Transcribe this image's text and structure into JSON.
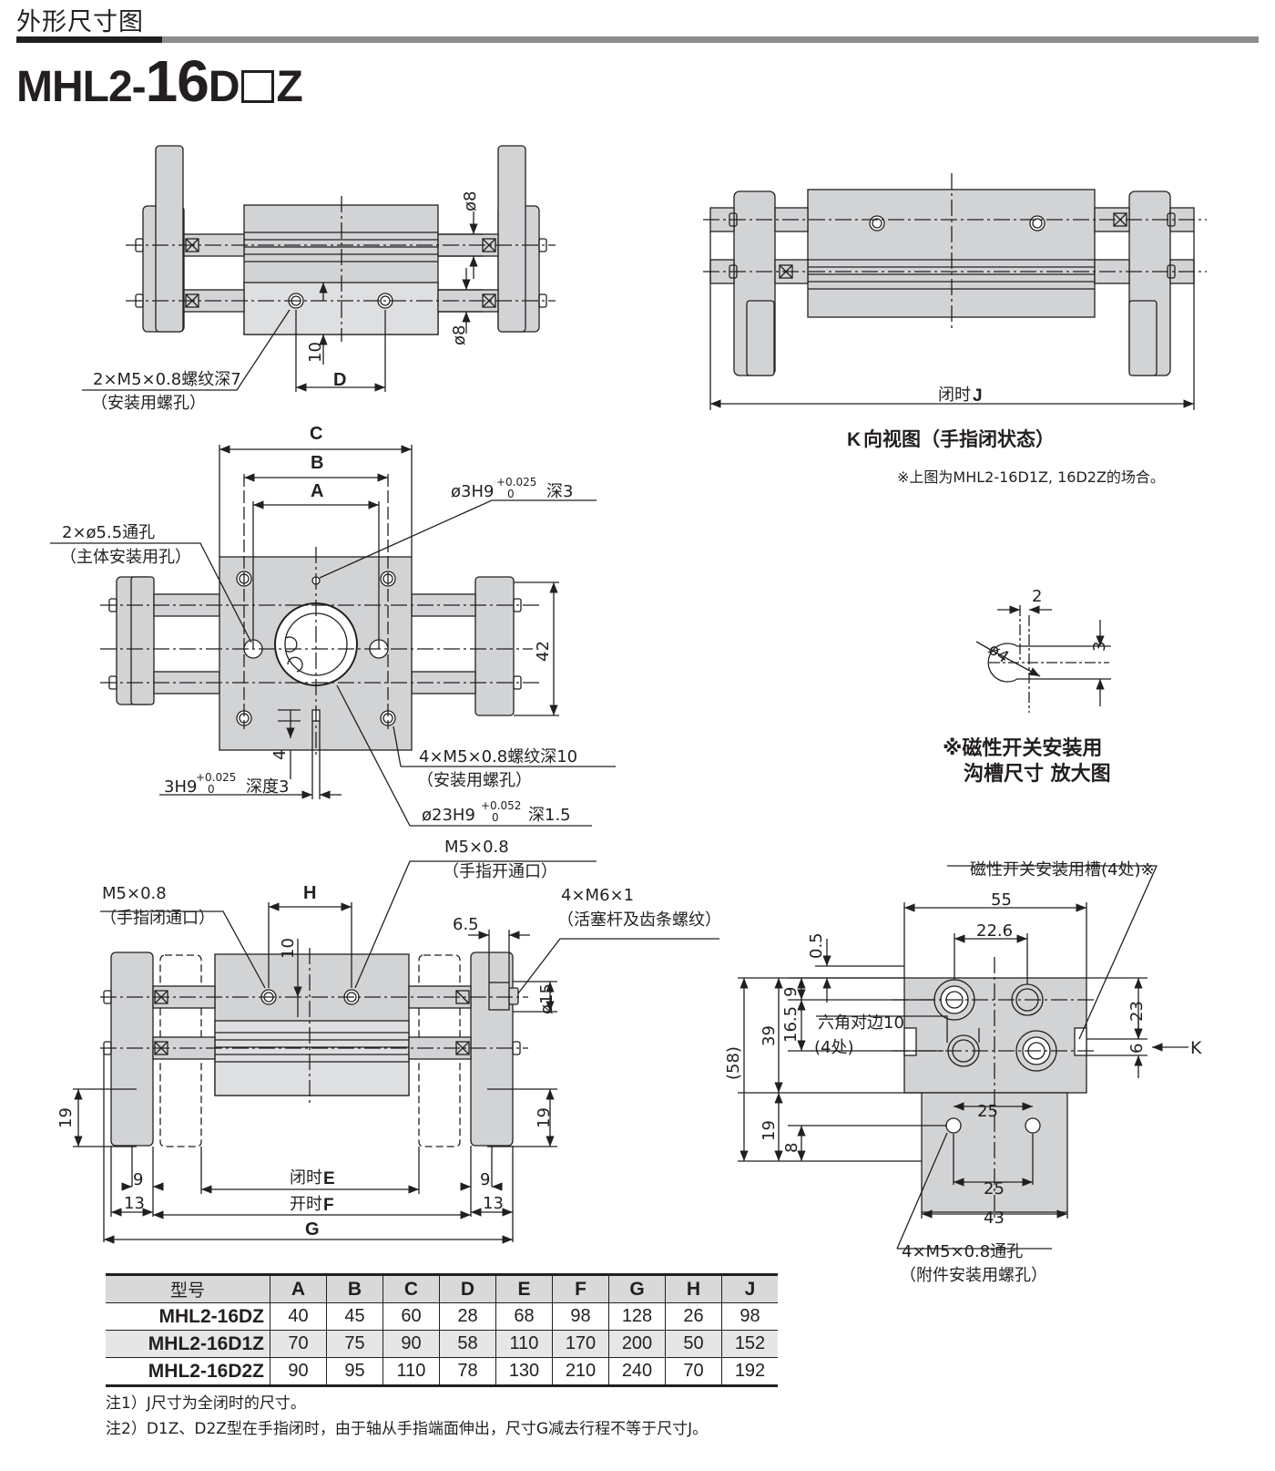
{
  "header": {
    "title": "外形尺寸图"
  },
  "model_title": {
    "prefix": "MHL2-",
    "size": "16",
    "suffix_a": "D",
    "suffix_b": "Z"
  },
  "view1": {
    "phi8_top": "ø8",
    "phi8_bottom": "ø8",
    "dim10": "10",
    "dimD": "D",
    "thread_note": "2×M5×0.8螺纹深7",
    "thread_note_sub": "（安装用螺孔）"
  },
  "viewK": {
    "closed_label": "闭时",
    "closed_letter": "J",
    "caption_bold": "K",
    "caption": "向视图（手指闭状态）",
    "note": "※上图为MHL2-16D1Z, 16D2Z的场合。"
  },
  "view2": {
    "C": "C",
    "B": "B",
    "A": "A",
    "pin_hole": "ø3H9",
    "pin_tol_plus": "+0.025",
    "pin_tol_zero": "0",
    "pin_depth": "深3",
    "through_hole": "2×ø5.5通孔",
    "through_hole_sub": "（主体安装用孔）",
    "dim42": "42",
    "dim4": "4",
    "slot": "3H9",
    "slot_tol_plus": "+0.025",
    "slot_tol_zero": "0",
    "slot_depth": "深度3",
    "thread4": "4×M5×0.8螺纹深10",
    "thread4_sub": "（安装用螺孔）",
    "bore": "ø23H9",
    "bore_tol_plus": "+0.052",
    "bore_tol_zero": "0",
    "bore_depth": "深1.5"
  },
  "groove": {
    "dim2": "2",
    "dim3": "3",
    "phi4": "ø4",
    "caption1": "※磁性开关安装用",
    "caption2": "沟槽尺寸  放大图"
  },
  "view3": {
    "port_close": "M5×0.8",
    "port_close_sub": "（手指闭通口）",
    "port_open": "M5×0.8",
    "port_open_sub": "（手指开通口）",
    "H": "H",
    "dim10": "10",
    "dim6_5": "6.5",
    "rod_thread": "4×M6×1",
    "rod_thread_sub": "（活塞杆及齿条螺纹）",
    "phi15": "ø15",
    "dim19_l": "19",
    "dim19_r": "19",
    "dim9_l": "9",
    "dim9_r": "9",
    "dim13_l": "13",
    "dim13_r": "13",
    "closed": "闭时",
    "closed_letter": "E",
    "opened": "开时",
    "opened_letter": "F",
    "G": "G"
  },
  "view4": {
    "slot_label": "磁性开关安装用槽(4处)※",
    "dim55": "55",
    "dim22_6": "22.6",
    "dim0_5": "0.5",
    "dim9": "9",
    "dim16_5": "16.5",
    "dim39": "39",
    "dim58": "(58)",
    "dim23": "23",
    "dim6": "6",
    "K": "K",
    "hex": "六角对边10",
    "hex_sub": "(4处)",
    "dim25_top": "25",
    "dim19": "19",
    "dim8": "8",
    "dim25_bottom": "25",
    "dim43": "43",
    "hole_note": "4×M5×0.8通孔",
    "hole_note_sub": "（附件安装用螺孔）"
  },
  "table": {
    "model_header": "型号",
    "columns": [
      "A",
      "B",
      "C",
      "D",
      "E",
      "F",
      "G",
      "H",
      "J"
    ],
    "rows": [
      {
        "model": "MHL2-16DZ",
        "values": [
          "40",
          "45",
          "60",
          "28",
          "68",
          "98",
          "128",
          "26",
          "98"
        ]
      },
      {
        "model": "MHL2-16D1Z",
        "values": [
          "70",
          "75",
          "90",
          "58",
          "110",
          "170",
          "200",
          "50",
          "152"
        ]
      },
      {
        "model": "MHL2-16D2Z",
        "values": [
          "90",
          "95",
          "110",
          "78",
          "130",
          "210",
          "240",
          "70",
          "192"
        ]
      }
    ]
  },
  "notes": [
    "注1）J尺寸为全闭时的尺寸。",
    "注2）D1Z、D2Z型在手指闭时，由于轴从手指端面伸出，尺寸G减去行程不等于尺寸J。"
  ]
}
